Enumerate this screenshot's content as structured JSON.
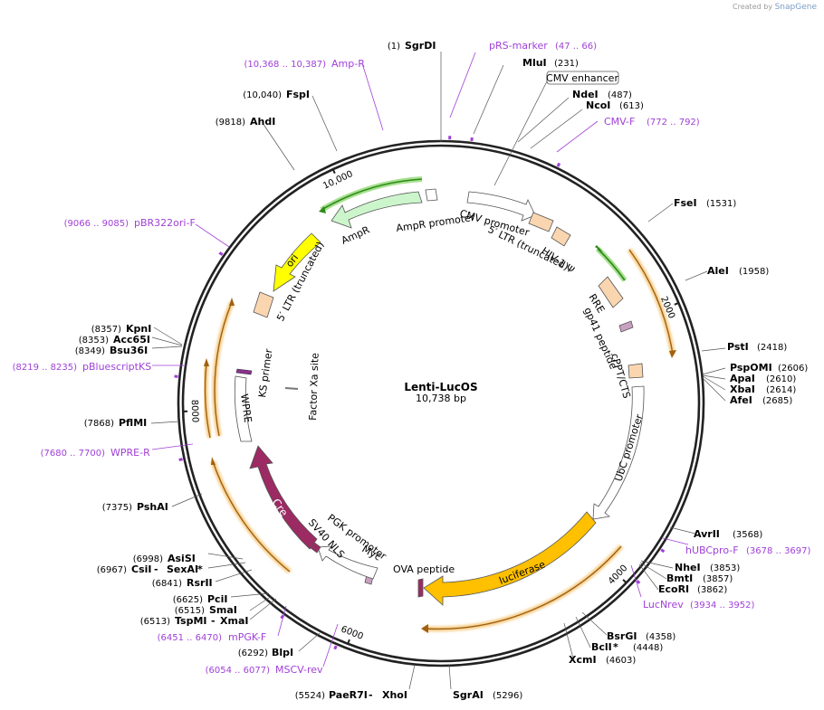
{
  "credit": {
    "prefix": "Created by",
    "brand": "SnapGene"
  },
  "plasmid": {
    "name": "Lenti-LucOS",
    "size_label": "10,738 bp",
    "length": 10738
  },
  "ticks": [
    {
      "pos": 2000,
      "label": "2000"
    },
    {
      "pos": 4000,
      "label": "4000"
    },
    {
      "pos": 6000,
      "label": "6000"
    },
    {
      "pos": 8000,
      "label": "8000"
    },
    {
      "pos": 10000,
      "label": "10,000"
    }
  ],
  "enzymes": [
    {
      "id": "sgrdi",
      "parts": [
        {
          "name": "SgrDI",
          "pos": "(1)"
        }
      ]
    },
    {
      "id": "mlui",
      "parts": [
        {
          "name": "MluI",
          "pos": "(231)"
        }
      ]
    },
    {
      "id": "ndei",
      "parts": [
        {
          "name": "NdeI",
          "pos": "(487)"
        }
      ]
    },
    {
      "id": "ncoi",
      "parts": [
        {
          "name": "NcoI",
          "pos": "(613)"
        }
      ]
    },
    {
      "id": "fsei",
      "parts": [
        {
          "name": "FseI",
          "pos": "(1531)"
        }
      ]
    },
    {
      "id": "alei",
      "parts": [
        {
          "name": "AleI",
          "pos": "(1958)"
        }
      ]
    },
    {
      "id": "psti",
      "parts": [
        {
          "name": "PstI",
          "pos": "(2418)"
        }
      ]
    },
    {
      "id": "pspomi",
      "parts": [
        {
          "name": "PspOMI",
          "pos": "(2606)"
        }
      ]
    },
    {
      "id": "apai",
      "parts": [
        {
          "name": "ApaI",
          "pos": "(2610)"
        }
      ]
    },
    {
      "id": "xbai",
      "parts": [
        {
          "name": "XbaI",
          "pos": "(2614)"
        }
      ]
    },
    {
      "id": "afei",
      "parts": [
        {
          "name": "AfeI",
          "pos": "(2685)"
        }
      ]
    },
    {
      "id": "avrii",
      "parts": [
        {
          "name": "AvrII",
          "pos": "(3568)"
        }
      ]
    },
    {
      "id": "nhei",
      "parts": [
        {
          "name": "NheI",
          "pos": "(3853)"
        }
      ]
    },
    {
      "id": "bmti",
      "parts": [
        {
          "name": "BmtI",
          "pos": "(3857)"
        }
      ]
    },
    {
      "id": "ecori",
      "parts": [
        {
          "name": "EcoRI",
          "pos": "(3862)"
        }
      ]
    },
    {
      "id": "bsrgi",
      "parts": [
        {
          "name": "BsrGI",
          "pos": "(4358)"
        }
      ]
    },
    {
      "id": "bcli",
      "parts": [
        {
          "name": "BclI",
          "star": " *",
          "pos": "(4448)"
        }
      ]
    },
    {
      "id": "xcmi",
      "parts": [
        {
          "name": "XcmI",
          "pos": "(4603)"
        }
      ]
    },
    {
      "id": "sgrai",
      "parts": [
        {
          "name": "SgrAI",
          "pos": "(5296)"
        }
      ]
    },
    {
      "id": "paer7i",
      "parts": [
        {
          "name": "PaeR7I",
          "pos": "(5524)"
        },
        {
          "name": "XhoI",
          "sep": " - "
        }
      ]
    },
    {
      "id": "blpi",
      "parts": [
        {
          "name": "BlpI",
          "pos": "(6292)"
        }
      ]
    },
    {
      "id": "tspmi",
      "parts": [
        {
          "name": "TspMI",
          "pos": "(6513)"
        },
        {
          "name": "XmaI",
          "sep": " - "
        }
      ]
    },
    {
      "id": "smai",
      "parts": [
        {
          "name": "SmaI",
          "pos": "(6515)"
        }
      ]
    },
    {
      "id": "pcii",
      "parts": [
        {
          "name": "PciI",
          "pos": "(6625)"
        }
      ]
    },
    {
      "id": "rsrii",
      "parts": [
        {
          "name": "RsrII",
          "pos": "(6841)"
        }
      ]
    },
    {
      "id": "csii",
      "parts": [
        {
          "name": "CsiI",
          "pos": "(6967)"
        },
        {
          "name": "SexAI",
          "sep": " - ",
          "star": " *"
        }
      ]
    },
    {
      "id": "asisi",
      "parts": [
        {
          "name": "AsiSI",
          "pos": "(6998)"
        }
      ]
    },
    {
      "id": "pshai",
      "parts": [
        {
          "name": "PshAI",
          "pos": "(7375)"
        }
      ]
    },
    {
      "id": "pflmi",
      "parts": [
        {
          "name": "PflMI",
          "pos": "(7868)"
        }
      ]
    },
    {
      "id": "bsu36i",
      "parts": [
        {
          "name": "Bsu36I",
          "pos": "(8349)"
        }
      ]
    },
    {
      "id": "acc65i",
      "parts": [
        {
          "name": "Acc65I",
          "pos": "(8353)"
        }
      ]
    },
    {
      "id": "kpni",
      "parts": [
        {
          "name": "KpnI",
          "pos": "(8357)"
        }
      ]
    },
    {
      "id": "ahdi",
      "parts": [
        {
          "name": "AhdI",
          "pos": "(9818)"
        }
      ]
    },
    {
      "id": "fspi",
      "parts": [
        {
          "name": "FspI",
          "pos": "(10,040)"
        }
      ]
    }
  ],
  "primers": [
    {
      "id": "prs-marker",
      "name": "pRS-marker",
      "range": "(47 .. 66)"
    },
    {
      "id": "cmv-f",
      "name": "CMV-F",
      "range": "(772 .. 792)"
    },
    {
      "id": "hubcpro-f",
      "name": "hUBCpro-F",
      "range": "(3678 .. 3697)"
    },
    {
      "id": "lucnrev",
      "name": "LucNrev",
      "range": "(3934 .. 3952)"
    },
    {
      "id": "mscv-rev",
      "name": "MSCV-rev",
      "range": "(6054 .. 6077)"
    },
    {
      "id": "mpgk-f",
      "name": "mPGK-F",
      "range": "(6451 .. 6470)"
    },
    {
      "id": "wpre-r",
      "name": "WPRE-R",
      "range": "(7680 .. 7700)"
    },
    {
      "id": "pbluescriptks",
      "name": "pBluescriptKS",
      "range": "(8219 .. 8235)"
    },
    {
      "id": "pbr322ori-f",
      "name": "pBR322ori-F",
      "range": "(9066 .. 9085)"
    },
    {
      "id": "amp-r",
      "name": "Amp-R",
      "range": "(10,368 .. 10,387)"
    }
  ],
  "features": [
    {
      "id": "cmv-enhancer",
      "label": "CMV enhancer"
    },
    {
      "id": "cmv-promoter",
      "label": "CMV promoter"
    },
    {
      "id": "ltr5-a",
      "label": "5′ LTR (truncated)"
    },
    {
      "id": "hiv-psi",
      "label": "HIV-1 Ψ"
    },
    {
      "id": "rre",
      "label": "RRE"
    },
    {
      "id": "gp41",
      "label": "gp41 peptide"
    },
    {
      "id": "cppt",
      "label": "cPPT/CTS"
    },
    {
      "id": "ubc-promoter",
      "label": "UbC promoter"
    },
    {
      "id": "luciferase",
      "label": "luciferase"
    },
    {
      "id": "ova",
      "label": "OVA peptide"
    },
    {
      "id": "myc",
      "label": "Myc"
    },
    {
      "id": "pgk-promoter",
      "label": "PGK promoter"
    },
    {
      "id": "sv40-nls",
      "label": "SV40 NLS"
    },
    {
      "id": "cre",
      "label": "Cre"
    },
    {
      "id": "wpre",
      "label": "WPRE"
    },
    {
      "id": "ks-primer",
      "label": "KS primer"
    },
    {
      "id": "factor-xa",
      "label": "Factor Xa site"
    },
    {
      "id": "ltr5-b",
      "label": "5′ LTR (truncated)"
    },
    {
      "id": "ori",
      "label": "ori"
    },
    {
      "id": "ampr",
      "label": "AmpR"
    },
    {
      "id": "ampr-promoter",
      "label": "AmpR promoter"
    }
  ],
  "colors": {
    "backbone": "#222222",
    "primer": "#a040d8",
    "orange_arc": "#f0a030",
    "ampr": "#ccf5cc",
    "ori": "#ffff00",
    "luciferase": "#ffc000",
    "cre": "#9b2b62",
    "ltr": "#fad6b0",
    "green_arc": "#2d8a1a"
  }
}
